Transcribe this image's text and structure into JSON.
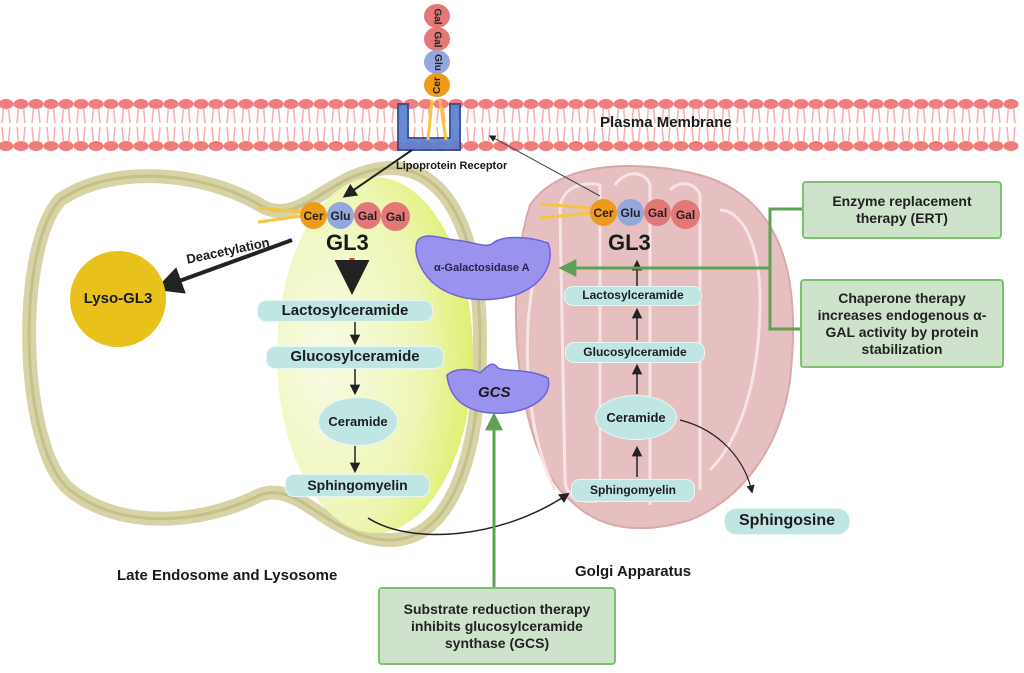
{
  "membrane": {
    "label": "Plasma Membrane",
    "receptor_label": "Lipoprotein Receptor"
  },
  "colors": {
    "membrane": "#f07c7c",
    "lysosome_wall": "#d8d3a6",
    "lysosome_fill": "#e8f28e",
    "golgi": "#e6c0c0",
    "enzyme": "#9a93ee",
    "metabolite": "#bfe6e3",
    "therapy_box": "#cfe3cc",
    "therapy_line": "#5fa052",
    "cer": "#ee9a1a",
    "glu": "#93a8dc",
    "gal": "#e47878",
    "lyso_gl3": "#e9c11b",
    "blocked_arrow": "#e04040"
  },
  "gl3_chain": {
    "sugars": [
      "Cer",
      "Glu",
      "Gal",
      "Gal"
    ],
    "label": "GL3"
  },
  "lysosome": {
    "label": "Late Endosome and Lysosome",
    "deacetylation_label": "Deacetylation",
    "lyso_gl3_label": "Lyso-GL3",
    "pathway": [
      "Lactosylceramide",
      "Glucosylceramide",
      "Ceramide",
      "Sphingomyelin"
    ]
  },
  "golgi": {
    "label": "Golgi Apparatus",
    "pathway": [
      "Sphingomyelin",
      "Ceramide",
      "Glucosylceramide",
      "Lactosylceramide"
    ],
    "sphingosine_label": "Sphingosine"
  },
  "enzymes": {
    "alpha_gal": "α-Galactosidase A",
    "gcs": "GCS"
  },
  "therapies": {
    "ert": "Enzyme replacement therapy (ERT)",
    "chaperone": "Chaperone therapy increases endogenous α-GAL activity by protein stabilization",
    "srt": "Substrate reduction therapy inhibits glucosylceramide synthase (GCS)"
  }
}
